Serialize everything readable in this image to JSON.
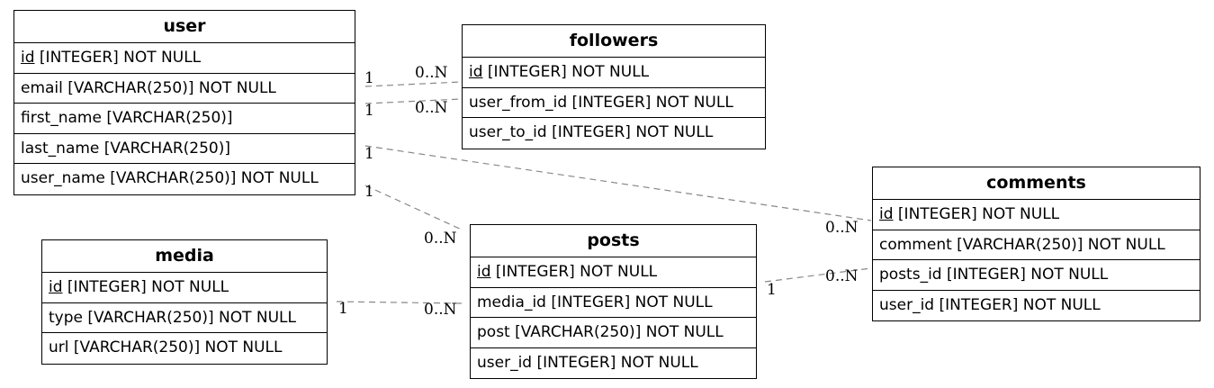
{
  "tables": {
    "user": {
      "name": "user",
      "rows": [
        {
          "pk": "id",
          "rest": " [INTEGER] NOT NULL"
        },
        {
          "pk": "",
          "rest": "email [VARCHAR(250)] NOT NULL"
        },
        {
          "pk": "",
          "rest": "first_name [VARCHAR(250)]"
        },
        {
          "pk": "",
          "rest": "last_name [VARCHAR(250)]"
        },
        {
          "pk": "",
          "rest": "user_name [VARCHAR(250)] NOT NULL"
        }
      ]
    },
    "followers": {
      "name": "followers",
      "rows": [
        {
          "pk": "id",
          "rest": " [INTEGER] NOT NULL"
        },
        {
          "pk": "",
          "rest": "user_from_id [INTEGER] NOT NULL"
        },
        {
          "pk": "",
          "rest": "user_to_id [INTEGER] NOT NULL"
        }
      ]
    },
    "comments": {
      "name": "comments",
      "rows": [
        {
          "pk": "id",
          "rest": " [INTEGER] NOT NULL"
        },
        {
          "pk": "",
          "rest": "comment [VARCHAR(250)] NOT NULL"
        },
        {
          "pk": "",
          "rest": "posts_id [INTEGER] NOT NULL"
        },
        {
          "pk": "",
          "rest": "user_id [INTEGER] NOT NULL"
        }
      ]
    },
    "media": {
      "name": "media",
      "rows": [
        {
          "pk": "id",
          "rest": " [INTEGER] NOT NULL"
        },
        {
          "pk": "",
          "rest": "type [VARCHAR(250)] NOT NULL"
        },
        {
          "pk": "",
          "rest": "url [VARCHAR(250)] NOT NULL"
        }
      ]
    },
    "posts": {
      "name": "posts",
      "rows": [
        {
          "pk": "id",
          "rest": " [INTEGER] NOT NULL"
        },
        {
          "pk": "",
          "rest": "media_id [INTEGER] NOT NULL"
        },
        {
          "pk": "",
          "rest": "post [VARCHAR(250)] NOT NULL"
        },
        {
          "pk": "",
          "rest": "user_id [INTEGER] NOT NULL"
        }
      ]
    }
  },
  "relationships": [
    {
      "from": "user",
      "to": "followers",
      "from_card": "1",
      "to_card": "0..N"
    },
    {
      "from": "user",
      "to": "followers",
      "from_card": "1",
      "to_card": "0..N"
    },
    {
      "from": "user",
      "to": "comments",
      "from_card": "1",
      "to_card": "0..N"
    },
    {
      "from": "user",
      "to": "posts",
      "from_card": "1",
      "to_card": "0..N"
    },
    {
      "from": "media",
      "to": "posts",
      "from_card": "1",
      "to_card": "0..N"
    },
    {
      "from": "posts",
      "to": "comments",
      "from_card": "1",
      "to_card": "0..N"
    }
  ],
  "colors": {
    "line": "#888888",
    "border": "#000000"
  }
}
